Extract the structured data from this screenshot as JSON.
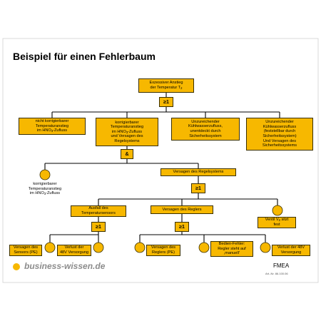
{
  "title": "Beispiel für einen Fehlerbaum",
  "top_event": {
    "line1": "Exzessiver Anstieg",
    "line2": "der Temperatur T",
    "sub": "2"
  },
  "gates": {
    "or1": "≥1",
    "and1": "&",
    "or2": "≥1",
    "or3": "≥1",
    "or4": "≥1"
  },
  "level1": {
    "a": {
      "line1": "nicht korrigierbarer",
      "line2": "Temperaturanstieg",
      "line3": "im HNO",
      "line3_sub": "3",
      "line3_end": "-Zufluss"
    },
    "b": {
      "line1": "korrigierbarer",
      "line2": "Temperaturanstieg",
      "line3": "im HNO",
      "line3_sub": "3",
      "line3_end": "-Zufluss",
      "line4": "und Versagen des",
      "line5": "Regelsystems"
    },
    "c": {
      "line1": "Unzureichender",
      "line2": "Kühlwasserzufluss,",
      "line3": "unentdeckt durch",
      "line4": "Sicherheitssystem"
    },
    "d": {
      "line1": "Unzureichender",
      "line2": "Kühlwasserzufluss",
      "line3": "(feststellbar durch",
      "line4": "Sicherheitssystem)",
      "line5": "Und Versagen des",
      "line6": "Sicherheitssystems"
    }
  },
  "level2": {
    "leaf": {
      "line1": "korrigierbarer",
      "line2": "Temperaturanstieg",
      "line3": "im HNO",
      "line3_sub": "3",
      "line3_end": "-Zufluss"
    },
    "regel": "Versagen des Regelsystems"
  },
  "level3": {
    "sensor": {
      "line1": "Ausfall des",
      "line2": "Temperatursensors"
    },
    "regler": "Versagen des Reglers",
    "ventil": {
      "line1": "Ventil V",
      "sub": "2",
      "line1_end": " sitzt",
      "line2": "fest"
    }
  },
  "level4": {
    "s1": {
      "line1": "Versagen des",
      "line2": "Sensors (PE)"
    },
    "s2": {
      "line1": "Verlust der",
      "line2": "48V Versorgung"
    },
    "r1": {
      "line1": "Versagen des",
      "line2": "Reglers (PE)"
    },
    "r2": {
      "line1": "Bedien-Fehler:",
      "line2": "Regler steht auf",
      "line3": "‚manuell'"
    },
    "r3": {
      "line1": "Verlust der 48V",
      "line2": "Versorgung"
    }
  },
  "footer": {
    "logo": "business-wissen.de",
    "label": "FMEA",
    "artnr": "Art.-Nr. 86.100.06"
  },
  "colors": {
    "accent": "#f7b800",
    "border": "#3a3000"
  }
}
